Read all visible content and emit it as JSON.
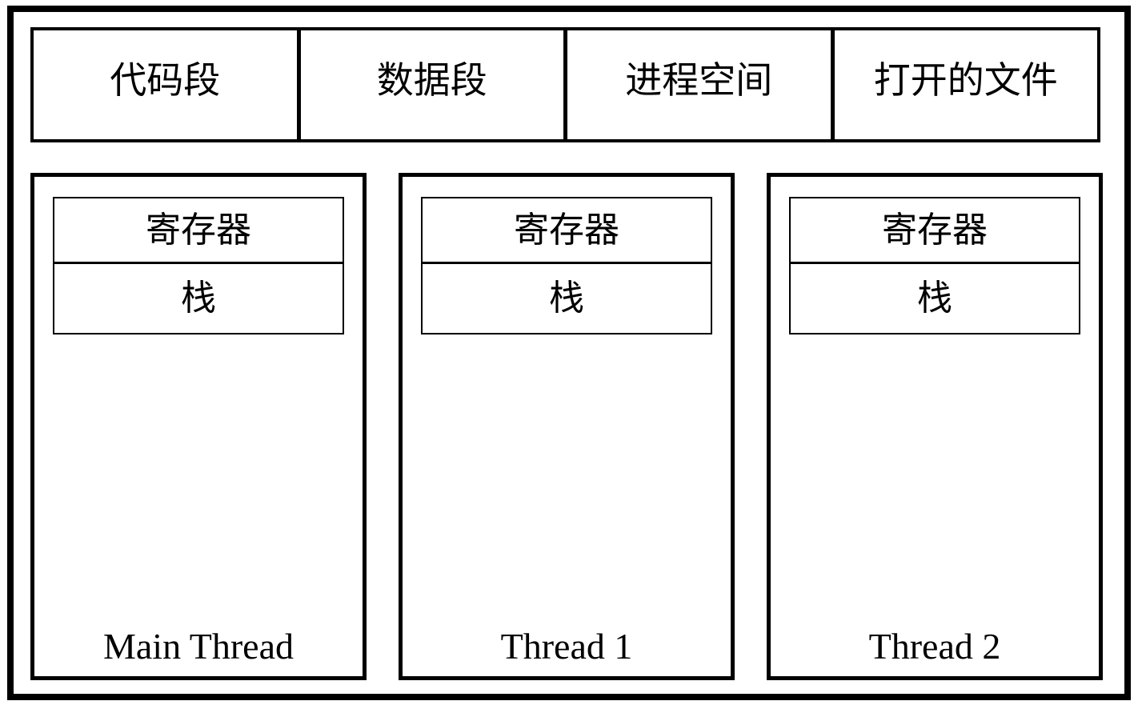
{
  "diagram": {
    "title": "process-thread-memory-model",
    "colors": {
      "line": "#000000",
      "background": "#ffffff"
    },
    "process_resources": [
      {
        "label": "代码段"
      },
      {
        "label": "数据段"
      },
      {
        "label": "进程空间"
      },
      {
        "label": "打开的文件"
      }
    ],
    "threads": [
      {
        "name": "Main Thread",
        "registers_label": "寄存器",
        "stack_label": "栈"
      },
      {
        "name": "Thread 1",
        "registers_label": "寄存器",
        "stack_label": "栈"
      },
      {
        "name": "Thread 2",
        "registers_label": "寄存器",
        "stack_label": "栈"
      }
    ]
  }
}
